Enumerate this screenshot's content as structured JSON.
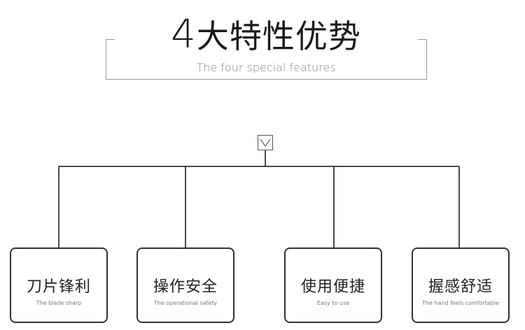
{
  "header": {
    "title_number": "4",
    "title_text": "大特性优势",
    "subtitle": "The four special features"
  },
  "features": [
    {
      "title": "刀片锋利",
      "subtitle": "The blade sharp"
    },
    {
      "title": "操作安全",
      "subtitle": "The operational safety"
    },
    {
      "title": "使用便捷",
      "subtitle": "Easy to use"
    },
    {
      "title": "握感舒适",
      "subtitle": "The hand feels comfortable"
    }
  ],
  "icons": {
    "expander": "chevron-down-icon"
  },
  "colors": {
    "line": "#111111",
    "frame": "#9a9a9a",
    "subtitle": "#8a8a8a"
  }
}
